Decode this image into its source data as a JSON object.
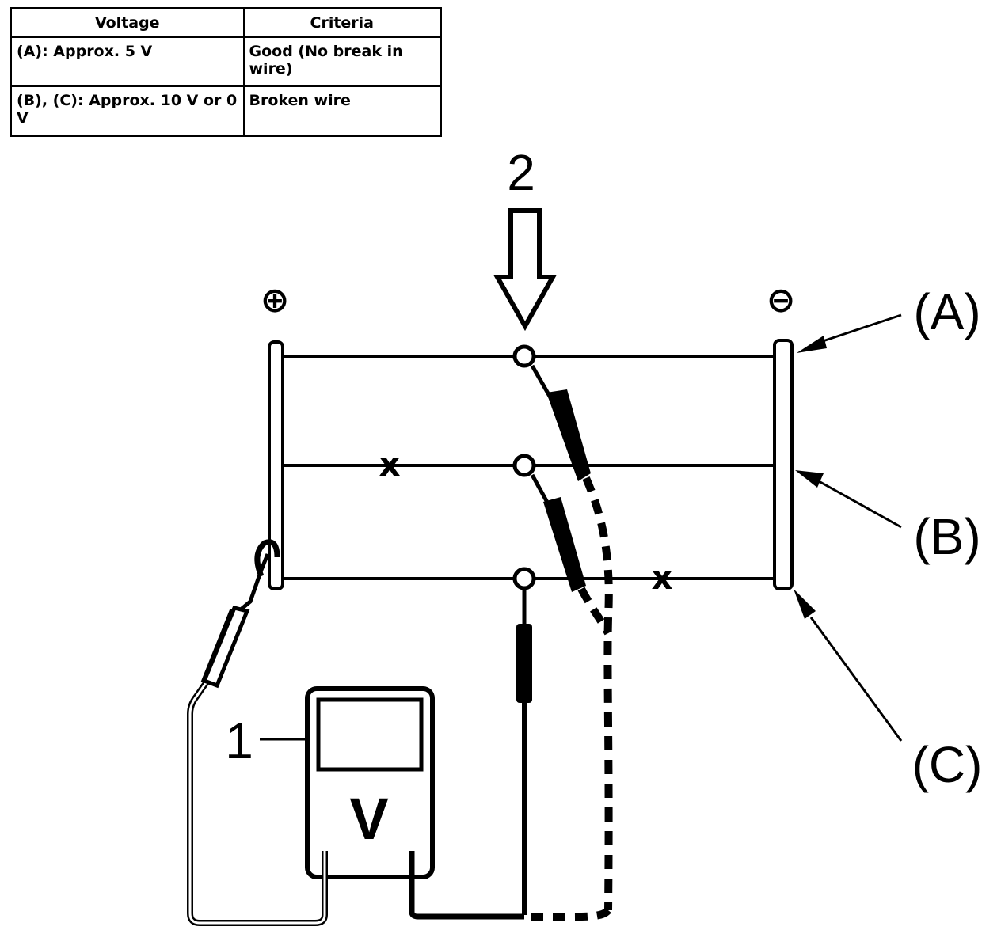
{
  "table": {
    "headers": [
      "Voltage",
      "Criteria"
    ],
    "rows": [
      [
        "(A): Approx. 5 V",
        "Good (No break in wire)"
      ],
      [
        "(B), (C): Approx. 10 V or 0 V",
        "Broken wire"
      ]
    ]
  },
  "diagram": {
    "label_2": "2",
    "label_1": "1",
    "label_A": "(A)",
    "label_B": "(B)",
    "label_C": "(C)",
    "meter_letter": "V",
    "break_mark": "x",
    "plus_symbol": "⊕",
    "minus_symbol": "⊖"
  }
}
